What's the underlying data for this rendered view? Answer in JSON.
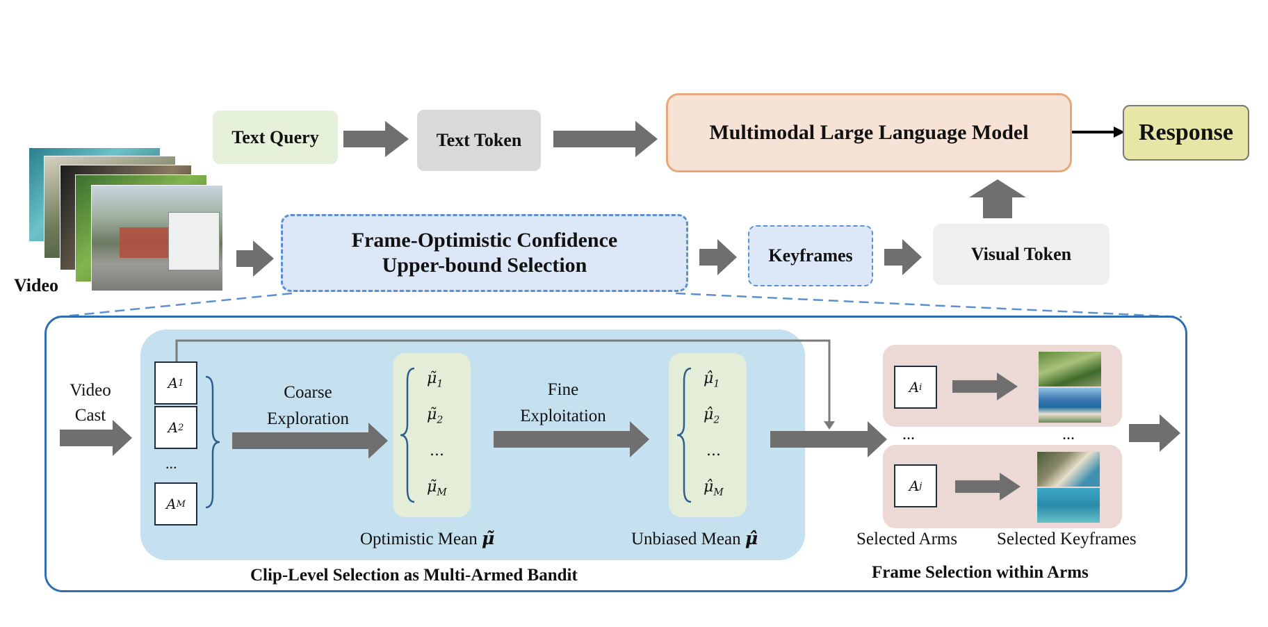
{
  "diagram": {
    "top_row": {
      "text_query": "Text Query",
      "text_token": "Text Token",
      "mllm": "Multimodal Large Language Model",
      "response": "Response"
    },
    "middle_row": {
      "video_label": "Video",
      "focus": "Frame-Optimistic Confidence Upper-bound Selection",
      "focus_line1": "Frame-Optimistic Confidence",
      "focus_line2": "Upper-bound Selection",
      "keyframes": "Keyframes",
      "visual_token": "Visual Token"
    },
    "detail_panel": {
      "video_cast_line1": "Video",
      "video_cast_line2": "Cast",
      "arms": [
        {
          "symbol": "A",
          "sub": "1"
        },
        {
          "symbol": "A",
          "sub": "2"
        },
        {
          "symbol": "...",
          "sub": ""
        },
        {
          "symbol": "A",
          "sub": "M"
        }
      ],
      "coarse_line1": "Coarse",
      "coarse_line2": "Exploration",
      "optimistic_means": [
        {
          "symbol": "μ̃",
          "sub": "1"
        },
        {
          "symbol": "μ̃",
          "sub": "2"
        },
        {
          "symbol": "...",
          "sub": ""
        },
        {
          "symbol": "μ̃",
          "sub": "M"
        }
      ],
      "fine_line1": "Fine",
      "fine_line2": "Exploitation",
      "unbiased_means": [
        {
          "symbol": "μ̂",
          "sub": "1"
        },
        {
          "symbol": "μ̂",
          "sub": "2"
        },
        {
          "symbol": "...",
          "sub": ""
        },
        {
          "symbol": "μ̂",
          "sub": "M"
        }
      ],
      "optimistic_mean_label": "Optimistic Mean",
      "optimistic_mean_symbol": "μ̃",
      "unbiased_mean_label": "Unbiased Mean",
      "unbiased_mean_symbol": "μ̂",
      "clip_level_caption": "Clip-Level Selection as Multi-Armed Bandit",
      "selected_arms": [
        {
          "symbol": "A",
          "sub": "i"
        },
        {
          "symbol": "A",
          "sub": "j"
        }
      ],
      "ellipsis": "...",
      "selected_arms_label": "Selected Arms",
      "selected_keyframes_label": "Selected Keyframes",
      "frame_selection_caption": "Frame Selection within Arms"
    },
    "colors": {
      "text_query_bg": "#e6f1dc",
      "token_bg": "#d9d9d9",
      "mllm_bg": "#f7e3d6",
      "mllm_border": "#e8a77a",
      "response_bg": "#e6e6a6",
      "focus_bg": "#dce8f7",
      "focus_border": "#5b8fd0",
      "visual_token_bg": "#efefef",
      "panel_border": "#2e6db4",
      "bandit_bg": "#c5e0ef",
      "means_bg": "#e3edd7",
      "selection_bg": "#ecd9d6",
      "arrow": "#6f6f6f"
    }
  }
}
